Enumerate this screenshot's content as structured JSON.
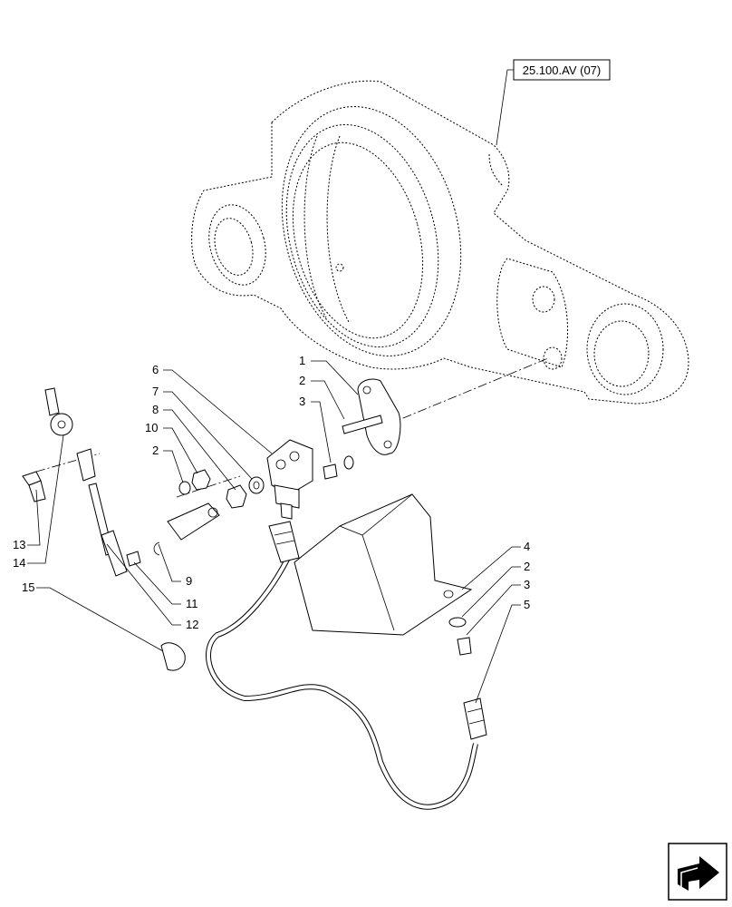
{
  "reference_box": {
    "label": "25.100.AV (07)"
  },
  "callouts": [
    {
      "id": "c1",
      "label": "1"
    },
    {
      "id": "c2a",
      "label": "2"
    },
    {
      "id": "c3a",
      "label": "3"
    },
    {
      "id": "c6",
      "label": "6"
    },
    {
      "id": "c7",
      "label": "7"
    },
    {
      "id": "c8",
      "label": "8"
    },
    {
      "id": "c10",
      "label": "10"
    },
    {
      "id": "c2b",
      "label": "2"
    },
    {
      "id": "c13",
      "label": "13"
    },
    {
      "id": "c14",
      "label": "14"
    },
    {
      "id": "c15",
      "label": "15"
    },
    {
      "id": "c9",
      "label": "9"
    },
    {
      "id": "c11",
      "label": "11"
    },
    {
      "id": "c12",
      "label": "12"
    },
    {
      "id": "c4",
      "label": "4"
    },
    {
      "id": "c2c",
      "label": "2"
    },
    {
      "id": "c3b",
      "label": "3"
    },
    {
      "id": "c5",
      "label": "5"
    }
  ],
  "icons": {
    "nav": "next-page-arrow-icon"
  }
}
